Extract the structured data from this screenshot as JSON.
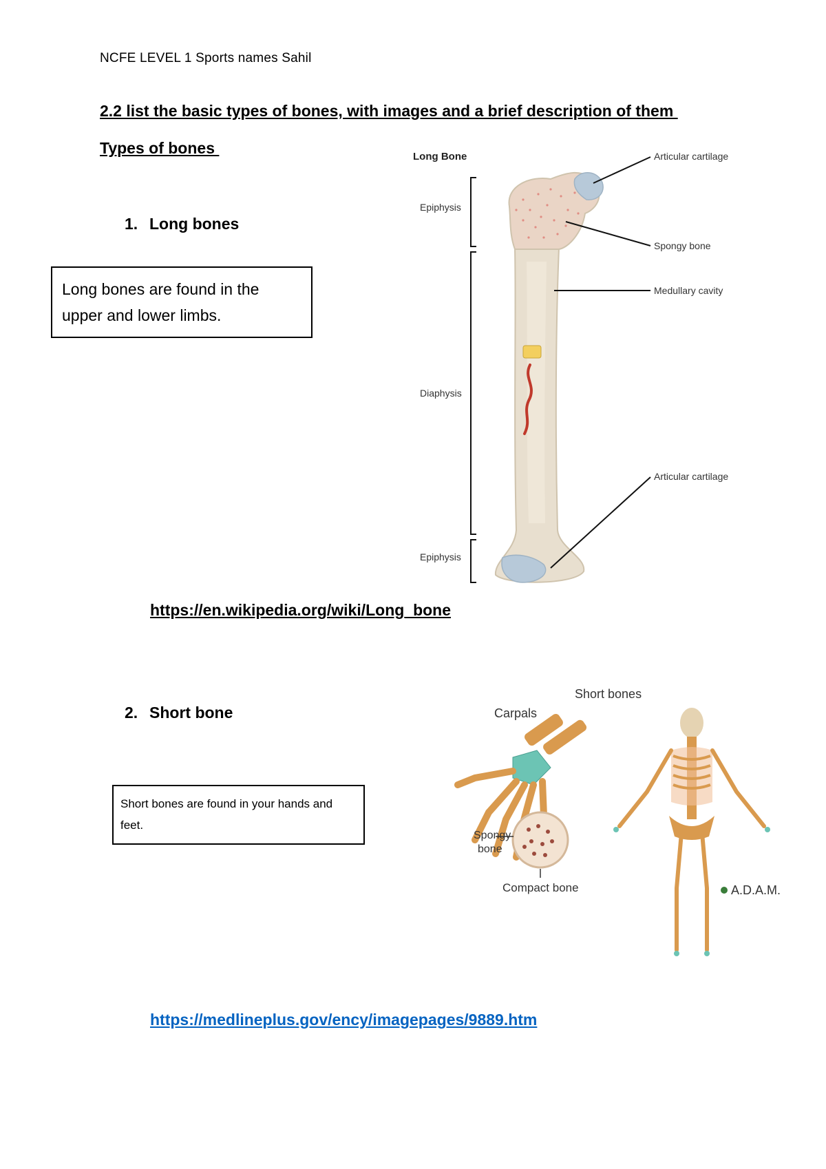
{
  "header": {
    "text": "NCFE LEVEL 1 Sports names Sahil"
  },
  "section": {
    "heading": "2.2 list the basic types of bones, with images and a brief description of them ",
    "subheading": "Types of bones "
  },
  "items": [
    {
      "number": "1.",
      "title": "Long bones",
      "description": "Long bones are found in the upper and lower limbs.",
      "link": "https://en.wikipedia.org/wiki/Long_bone",
      "figure": {
        "title": "Long Bone",
        "labels": {
          "epiphysis_top": "Epiphysis",
          "diaphysis": "Diaphysis",
          "epiphysis_bottom": "Epiphysis",
          "articular_cartilage_top": "Articular cartilage",
          "spongy_bone": "Spongy bone",
          "medullary_cavity": "Medullary cavity",
          "articular_cartilage_bottom": "Articular cartilage"
        }
      }
    },
    {
      "number": "2.",
      "title": "Short bone",
      "description": "Short bones are found in your hands and feet.",
      "link": "https://medlineplus.gov/ency/imagepages/9889.htm",
      "figure": {
        "labels": {
          "short_bones": "Short bones",
          "carpals": "Carpals",
          "spongy_bone_line1": "Spongy",
          "spongy_bone_line2": "bone",
          "compact_bone": "Compact bone",
          "logo": "A.D.A.M."
        }
      }
    }
  ],
  "colors": {
    "link_blue": "#0563c1",
    "bone_fill": "#e8dfcf",
    "cartilage": "#b7c9d9",
    "spongy_red": "#d9534f",
    "skeleton_orange": "#d99a4e",
    "carpal_teal": "#6cc4b4"
  }
}
